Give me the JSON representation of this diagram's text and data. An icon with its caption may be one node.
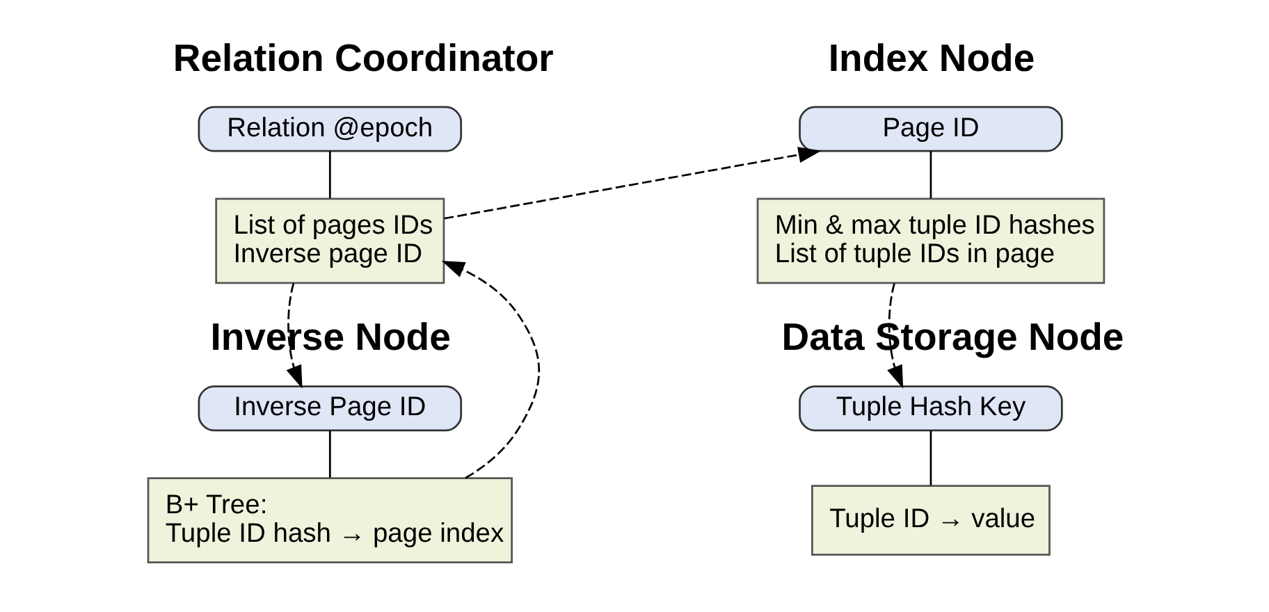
{
  "diagram": {
    "nodes": [
      {
        "text": [
          "Relation @epoch"
        ],
        "beside": [
          "Relation Coordinator"
        ]
      },
      {
        "text": [
          "List of pages IDs",
          "Inverse page ID"
        ]
      },
      {
        "text": [
          "Page ID"
        ],
        "beside": [
          "Index Node"
        ]
      },
      {
        "text": [
          "Min & max tuple ID hashes",
          "List of tuple IDs in page"
        ]
      },
      {
        "text": [
          "Inverse Page ID"
        ],
        "beside": [
          "Inverse Node"
        ]
      },
      {
        "text": [
          "B+ Tree:",
          "Tuple ID hash → page index"
        ]
      },
      {
        "text": [
          "Tuple Hash Key"
        ],
        "beside": [
          "Data Storage Node"
        ]
      },
      {
        "text": [
          "Tuple ID → value"
        ]
      }
    ],
    "edges": [
      {
        "from": 0,
        "to": 1,
        "arrow": "none"
      },
      {
        "from": 1,
        "to": 2,
        "arrow": "to",
        "style": "dashed"
      },
      {
        "from": 1,
        "to": 4,
        "arrow": "to",
        "style": "dashed"
      },
      {
        "from": 5,
        "to": 1,
        "arrow": "to",
        "style": "dashed"
      },
      {
        "from": 2,
        "to": 3,
        "arrow": "none"
      },
      {
        "from": 3,
        "to": 6,
        "arrow": "to",
        "style": "dashed"
      },
      {
        "from": 4,
        "to": 5,
        "arrow": "none"
      },
      {
        "from": 6,
        "to": 7,
        "arrow": "none"
      }
    ]
  }
}
